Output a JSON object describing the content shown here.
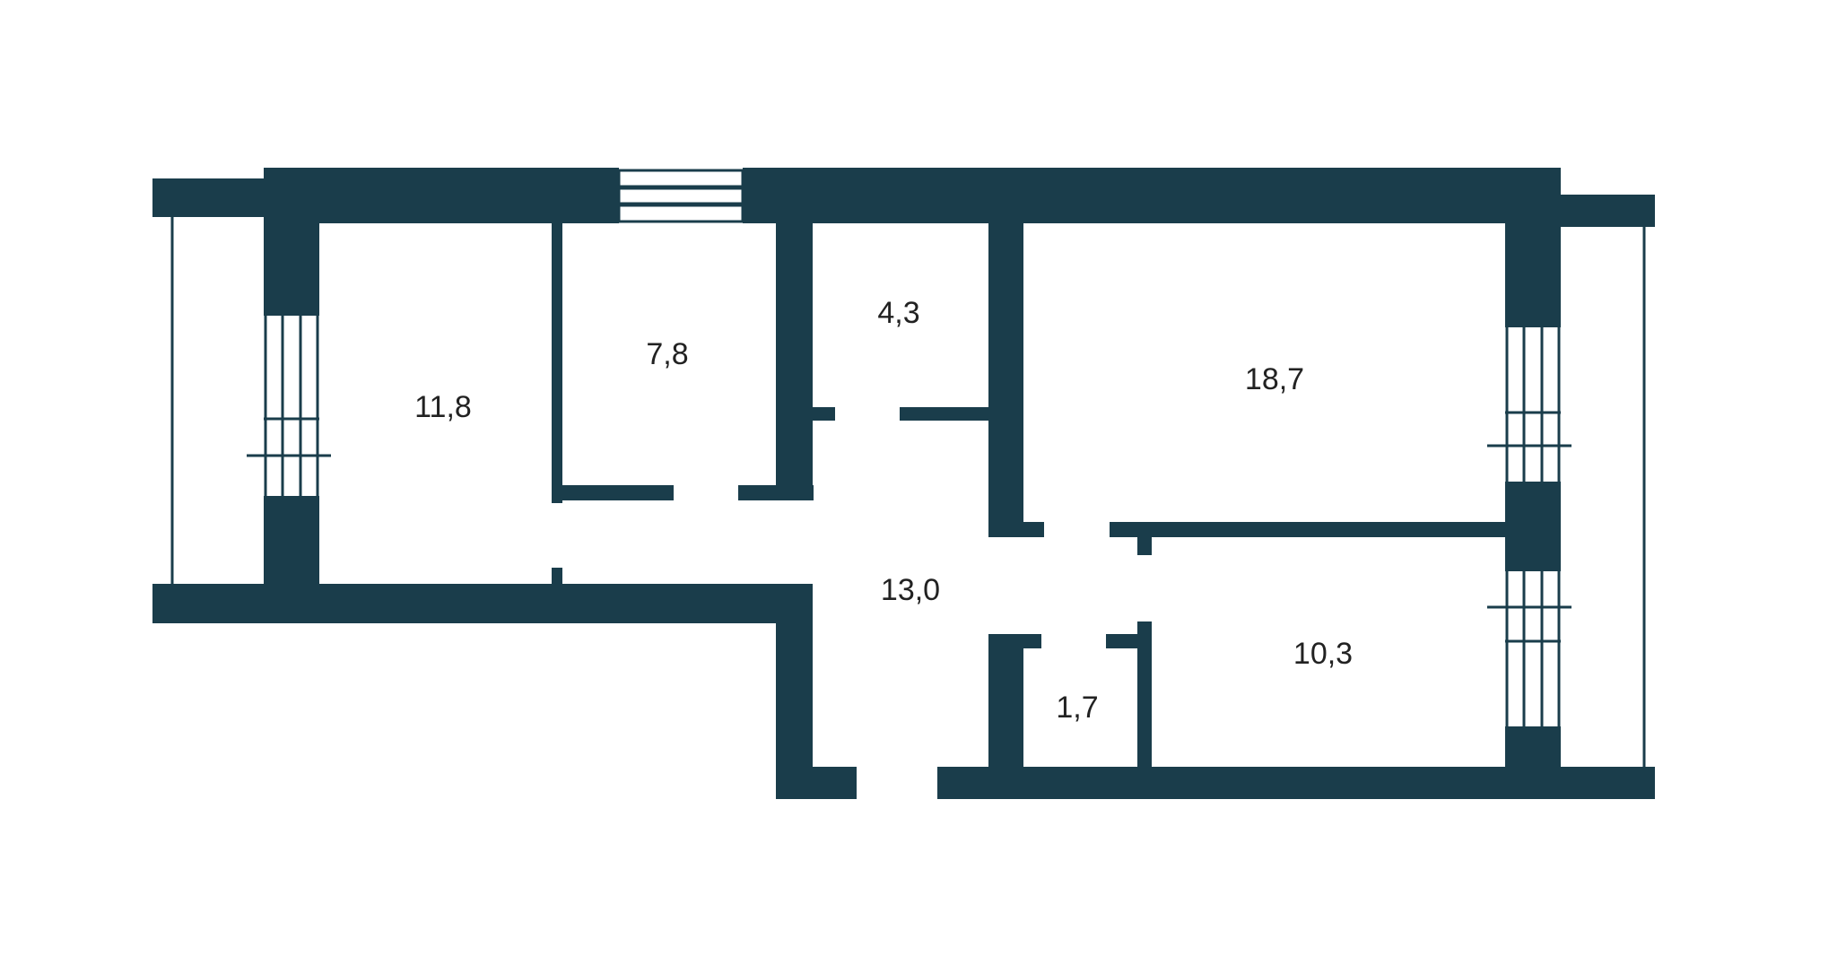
{
  "colors": {
    "wall": "#1a3d4b",
    "background": "#ffffff",
    "label": "#222222"
  },
  "rooms": [
    {
      "id": "room-left",
      "area": "11,8"
    },
    {
      "id": "room-small",
      "area": "7,8"
    },
    {
      "id": "room-storage",
      "area": "4,3"
    },
    {
      "id": "room-large",
      "area": "18,7"
    },
    {
      "id": "hallway",
      "area": "13,0"
    },
    {
      "id": "room-bath",
      "area": "1,7"
    },
    {
      "id": "room-right",
      "area": "10,3"
    }
  ]
}
